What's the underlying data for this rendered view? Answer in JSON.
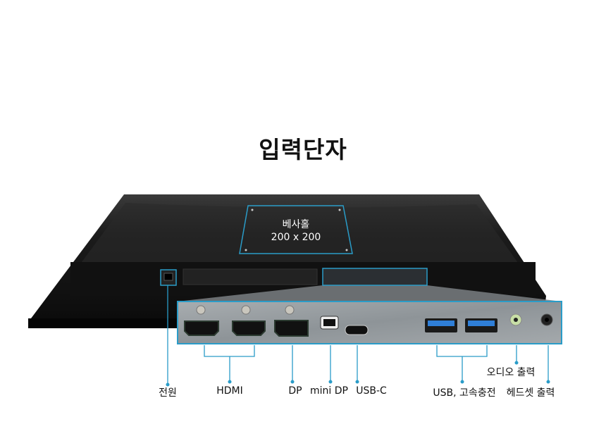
{
  "title": "입력단자",
  "vesa": {
    "label": "베사홀",
    "size": "200 x 200"
  },
  "callouts": {
    "power": "전원",
    "hdmi": "HDMI",
    "dp": "DP",
    "mini_dp": "mini DP",
    "usb_c": "USB-C",
    "usb": "USB, 고속충전",
    "audio_out": "오디오 출력",
    "headset_out": "헤드셋 출력"
  },
  "colors": {
    "accent": "#2a9cc8",
    "monitor": "#141414",
    "panel": "#9aa0a4"
  }
}
